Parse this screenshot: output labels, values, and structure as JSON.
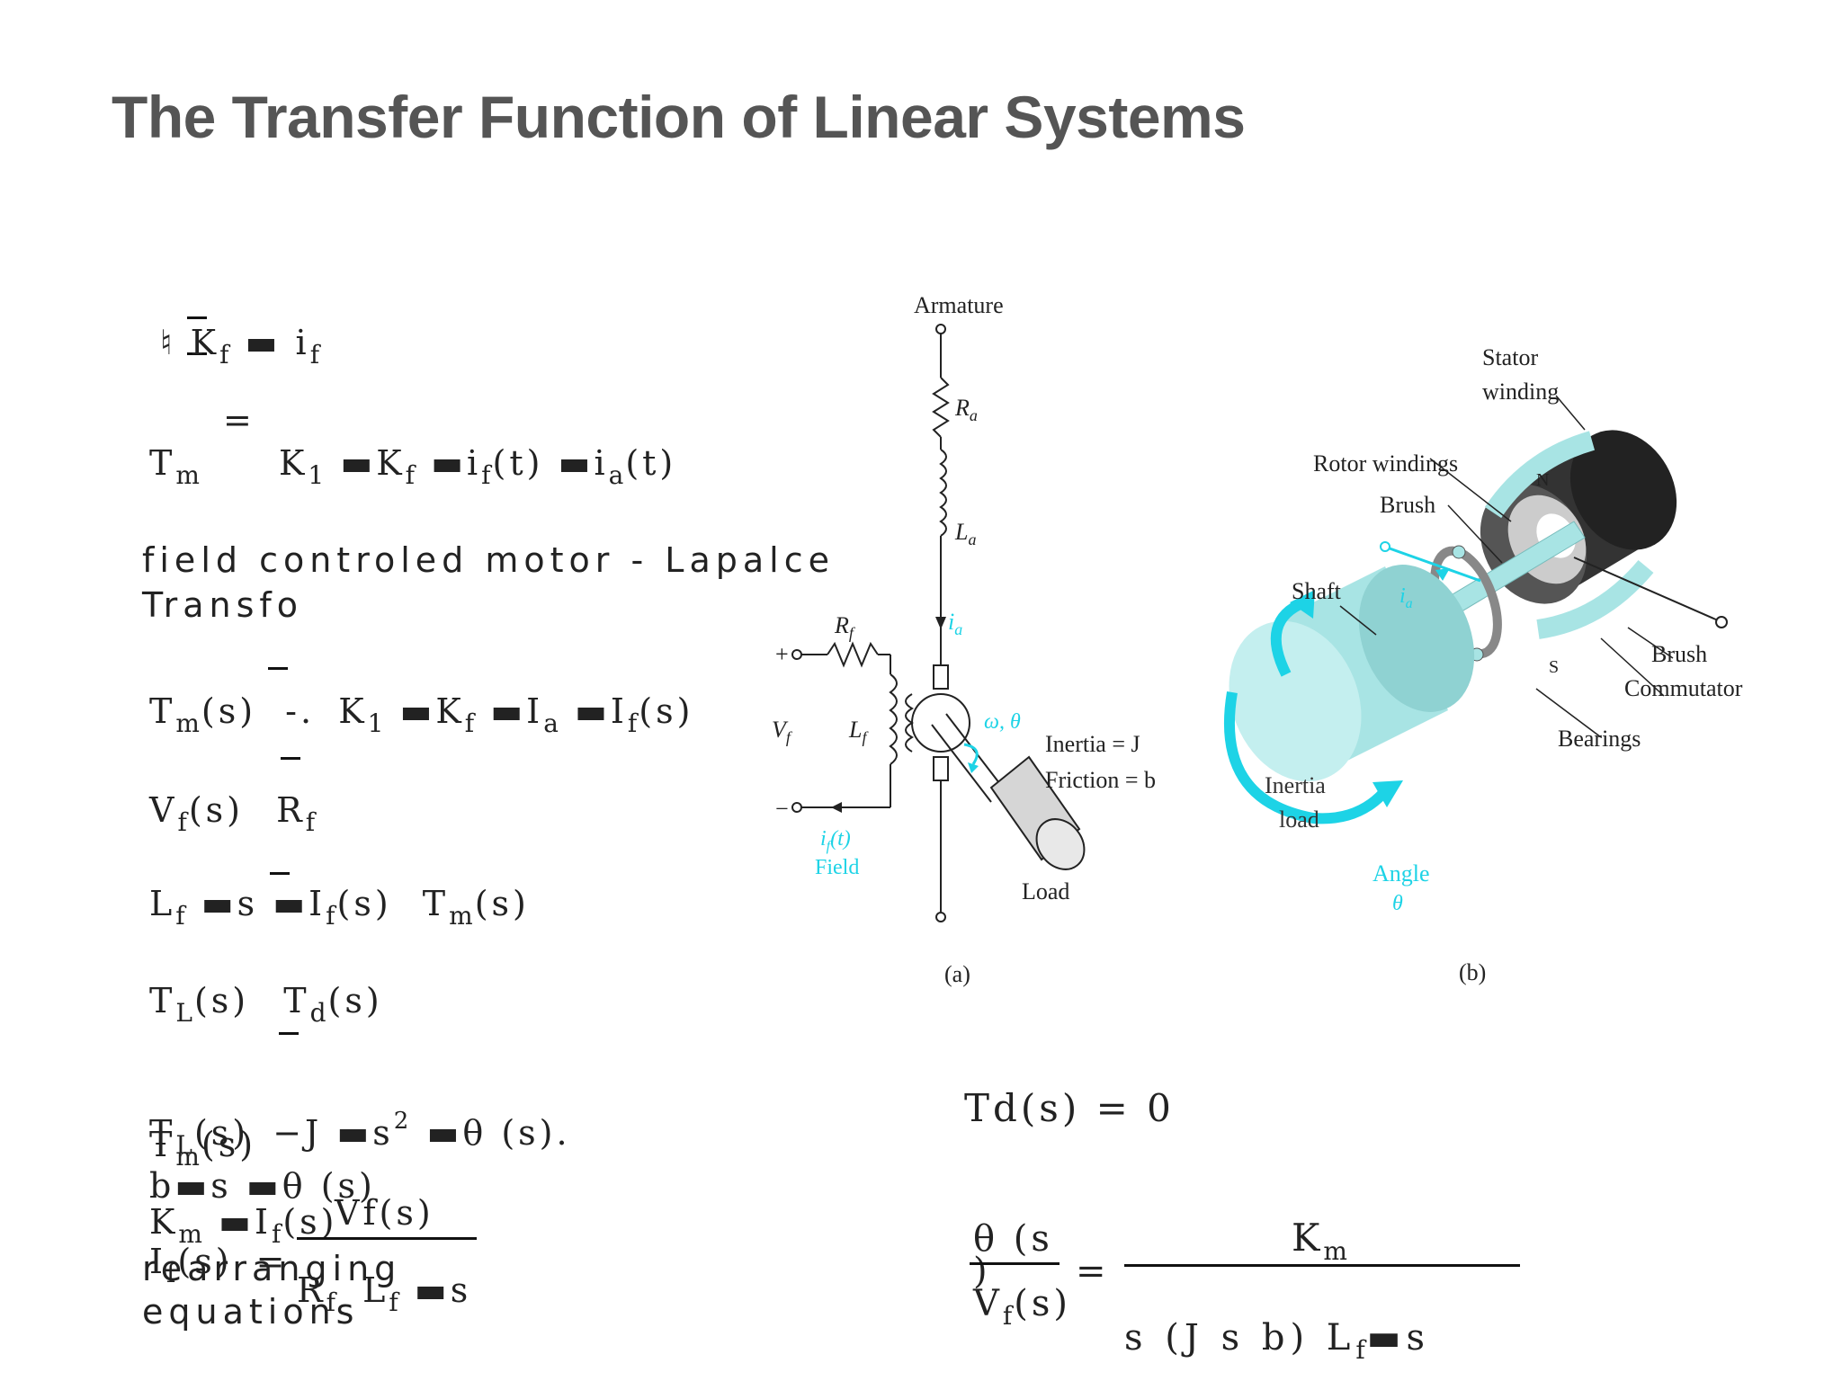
{
  "title": "The Transfer Function of Linear Systems",
  "left_equations": {
    "phi_eq": "♮   K",
    "phi_sub": "f",
    "phi_tail": "i",
    "phi_tail_sub": "f",
    "equals": "=",
    "tm_label": "T",
    "tm_sub": "m",
    "tm_rhs": "K",
    "tm_rhs_sub1": "1",
    "tm_rhs_k": "K",
    "tm_rhs_ksub": "f",
    "tm_rhs_i": "i",
    "tm_rhs_isub": "f",
    "tm_rhs_t": "(t)",
    "tm_rhs_ia": "i",
    "tm_rhs_iasub": "a",
    "tm_rhs_t2": "(t)",
    "caption_line1": "field controled motor - Lapalce",
    "caption_line2": "Transfo",
    "tms_lhs": "T",
    "tms_sub": "m",
    "tms_s": "(s)",
    "tms_k1": "K",
    "tms_k1sub": "1",
    "tms_kf": "K",
    "tms_kfsub": "f",
    "tms_ia": "I",
    "tms_iasub": "a",
    "tms_if": "I",
    "tms_ifsub": "f",
    "tms_ifs": "(s)",
    "vf_lhs": "V",
    "vf_sub": "f",
    "vf_s": "(s)",
    "vf_r": "R",
    "vf_rsub": "f",
    "lf_l": "L",
    "lf_lsub": "f",
    "lf_s": "s",
    "lf_i": "I",
    "lf_isub": "f",
    "lf_is": "(s)",
    "lf_t": "T",
    "lf_tsub": "m",
    "lf_ts": "(s)",
    "tl_t": "T",
    "tl_tsub": "L",
    "tl_s": "(s)",
    "tl_td": "T",
    "tl_tdsub": "d",
    "tl_tds": "(s)",
    "tl2_t": "T",
    "tl2_sub": "L",
    "tl2_s": "(s)",
    "tl2_j": "J",
    "tl2_s2": "s",
    "tl2_sup": "2",
    "tl2_theta": "θ",
    "tl2_tail": "(s).",
    "tm2_t": "T",
    "tm2_sub": "m",
    "tm2_s": "(s)",
    "b_line": "b",
    "b_s": "s",
    "b_theta": "θ",
    "b_tail": "(s)",
    "km_k": "K",
    "km_sub": "m",
    "km_i": "I",
    "km_isub": "f",
    "km_s": "(s)",
    "km_vf": "Vf(s)",
    "if_lhs": "I",
    "if_sub": "f",
    "if_s": "(s)",
    "if_eq": "=",
    "if_den_r": "R",
    "if_den_rsub": "f",
    "if_den_l": "L",
    "if_den_lsub": "f",
    "if_den_s": "s",
    "rearr_line1": "rearranging",
    "rearr_line2": "equations"
  },
  "right_equations": {
    "td": "Td(s) = 0",
    "tf_num_theta": "θ (s",
    "tf_num_paren": ")",
    "tf_den_v": "V",
    "tf_den_vsub": "f",
    "tf_den_vs": "(s)",
    "tf_eq": "=",
    "tf_rhs_num": "K",
    "tf_rhs_numsub": "m",
    "tf_rhs_den": "s (J s  b) L",
    "tf_rhs_den_lsub": "f",
    "tf_rhs_den_tail": "s"
  },
  "figure_a": {
    "armature": "Armature",
    "ra": "R",
    "ra_sub": "a",
    "la": "L",
    "la_sub": "a",
    "ia": "i",
    "ia_sub": "a",
    "rf": "R",
    "rf_sub": "f",
    "vf": "V",
    "vf_sub": "f",
    "lf": "L",
    "lf_sub": "f",
    "if_label": "i",
    "if_label_sub": "f",
    "if_t": "(t)",
    "field": "Field",
    "omega": "ω, θ",
    "inertia": "Inertia = J",
    "friction": "Friction = b",
    "load": "Load",
    "plus": "+",
    "minus": "−",
    "caption": "(a)"
  },
  "figure_b": {
    "stator": "Stator",
    "winding": "winding",
    "rotor": "Rotor windings",
    "brush_top": "Brush",
    "shaft": "Shaft",
    "ia": "i",
    "ia_sub": "a",
    "n": "N",
    "s": "S",
    "brush_right": "Brush",
    "commutator": "Commutator",
    "bearings": "Bearings",
    "inertia1": "Inertia",
    "inertia2": "load",
    "angle1": "Angle",
    "angle2": "θ",
    "caption": "(b)"
  },
  "colors": {
    "title": "#555555",
    "accent": "#1dd3e6",
    "cylinder": "#a8e4e4"
  }
}
